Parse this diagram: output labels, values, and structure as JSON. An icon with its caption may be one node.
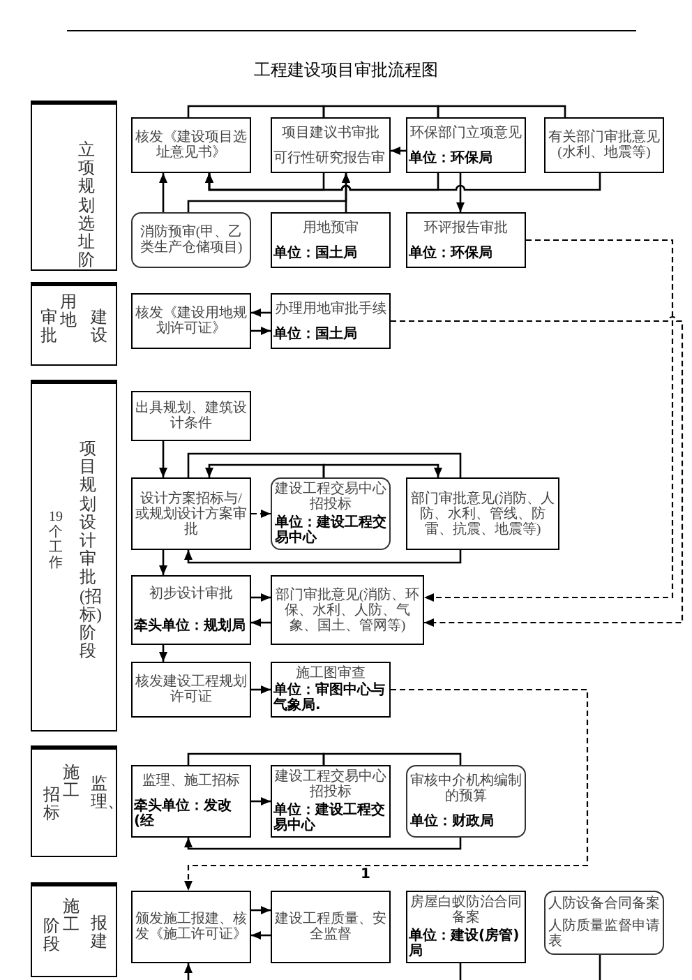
{
  "diagram": {
    "title": "工程建设项目审批流程图",
    "nodes": [
      {
        "text": [
          "立项规划选址阶"
        ]
      },
      {
        "text": [
          "核发《建设项目选址意见书》"
        ]
      },
      {
        "text": [
          "项目建议书审批",
          "可行性研究报告审"
        ]
      },
      {
        "text": [
          "环保部门立项意见",
          "单位：环保局"
        ]
      },
      {
        "text": [
          "有关部门审批意见(水利、地震等)"
        ]
      },
      {
        "text": [
          "消防预审(甲、乙类生产仓储项目)"
        ]
      },
      {
        "text": [
          "用地预审",
          "单位：国土局"
        ]
      },
      {
        "text": [
          "环评报告审批",
          "单位：环保局"
        ]
      },
      {
        "text": [
          "审批",
          "用地",
          "建设"
        ]
      },
      {
        "text": [
          "核发《建设用地规划许可证》"
        ]
      },
      {
        "text": [
          "办理用地审批手续",
          "单位：国土局"
        ]
      },
      {
        "text": [
          "19个工作",
          "项目规划设计审批(招标)阶段"
        ]
      },
      {
        "text": [
          "出具规划、建筑设计条件"
        ]
      },
      {
        "text": [
          "设计方案招标与/或规划设计方案审批"
        ]
      },
      {
        "text": [
          "建设工程交易中心招投标",
          "单位：建设工程交易中心"
        ]
      },
      {
        "text": [
          "部门审批意见(消防、人防、水利、管线、防雷、抗震、地震等)"
        ]
      },
      {
        "text": [
          "初步设计审批",
          "牵头单位：规划局"
        ]
      },
      {
        "text": [
          "部门审批意见(消防、环保、水利、人防、气象、国土、管网等)"
        ]
      },
      {
        "text": [
          "核发建设工程规划许可证"
        ]
      },
      {
        "text": [
          "施工图审查",
          "单位：审图中心与气象局."
        ]
      },
      {
        "text": [
          "招标",
          "施工",
          "监理、"
        ]
      },
      {
        "text": [
          "监理、施工招标",
          "牵头单位：发改(经"
        ]
      },
      {
        "text": [
          "建设工程交易中心招投标",
          "单位：建设工程交易中心"
        ]
      },
      {
        "text": [
          "审核中介机构编制的预算",
          "单位：财政局"
        ]
      },
      {
        "text": [
          "阶段",
          "施工",
          "报建"
        ]
      },
      {
        "text": [
          "颁发施工报建、核发《施工许可证》"
        ]
      },
      {
        "text": [
          "建设工程质量、安全监督"
        ]
      },
      {
        "text": [
          "房屋白蚁防治合同备案",
          "单位：建设(房管)局"
        ]
      },
      {
        "text": [
          "人防设备合同备案",
          "人防质量监督申请表"
        ]
      }
    ],
    "edges": [
      {
        "from": 1,
        "to": 2,
        "arrow": "none"
      },
      {
        "from": 2,
        "to": 3,
        "arrow": "none"
      },
      {
        "from": 3,
        "to": 4,
        "arrow": "none"
      },
      {
        "from": 3,
        "to": 2,
        "arrow": "to"
      },
      {
        "from": 5,
        "to": 1,
        "arrow": "to"
      },
      {
        "from": 2,
        "to": 1,
        "arrow": "to"
      },
      {
        "from": 3,
        "to": 1,
        "arrow": "to"
      },
      {
        "from": 4,
        "to": 1,
        "arrow": "to"
      },
      {
        "from": 3,
        "to": 7,
        "arrow": "to"
      },
      {
        "from": 6,
        "to": 2,
        "arrow": "to"
      },
      {
        "from": 5,
        "to": 2,
        "arrow": "to"
      },
      {
        "from": 10,
        "to": 9,
        "arrow": "to"
      },
      {
        "from": 9,
        "to": 10,
        "arrow": "to"
      },
      {
        "from": 7,
        "to": 17,
        "arrow": "to",
        "style": "dashed"
      },
      {
        "from": 10,
        "to": 17,
        "arrow": "to",
        "style": "dashed"
      },
      {
        "from": 12,
        "to": 13,
        "arrow": "to"
      },
      {
        "from": 13,
        "to": 14,
        "arrow": "to",
        "style": "dashed"
      },
      {
        "from": 13,
        "to": 15,
        "arrow": "none"
      },
      {
        "from": 14,
        "to": 13,
        "arrow": "to"
      },
      {
        "from": 14,
        "to": 15,
        "arrow": "to"
      },
      {
        "from": 15,
        "to": 13,
        "arrow": "to"
      },
      {
        "from": 13,
        "to": 16,
        "arrow": "to"
      },
      {
        "from": 16,
        "to": 17,
        "arrow": "to"
      },
      {
        "from": 17,
        "to": 16,
        "arrow": "to"
      },
      {
        "from": 16,
        "to": 18,
        "arrow": "to"
      },
      {
        "from": 18,
        "to": 19,
        "arrow": "to"
      },
      {
        "from": 19,
        "to": 25,
        "arrow": "to",
        "style": "dashed",
        "label": "1"
      },
      {
        "from": 21,
        "to": 22,
        "arrow": "none"
      },
      {
        "from": 22,
        "to": 23,
        "arrow": "none"
      },
      {
        "from": 21,
        "to": 22,
        "arrow": "to"
      },
      {
        "from": 23,
        "to": 21,
        "arrow": "to"
      },
      {
        "from": 25,
        "to": 26,
        "arrow": "to"
      },
      {
        "from": 26,
        "to": 25,
        "arrow": "to"
      },
      {
        "from": null,
        "to": 25,
        "arrow": "to"
      },
      {
        "from": 27,
        "to": null,
        "arrow": "none"
      },
      {
        "from": 28,
        "to": null,
        "arrow": "none"
      }
    ]
  }
}
